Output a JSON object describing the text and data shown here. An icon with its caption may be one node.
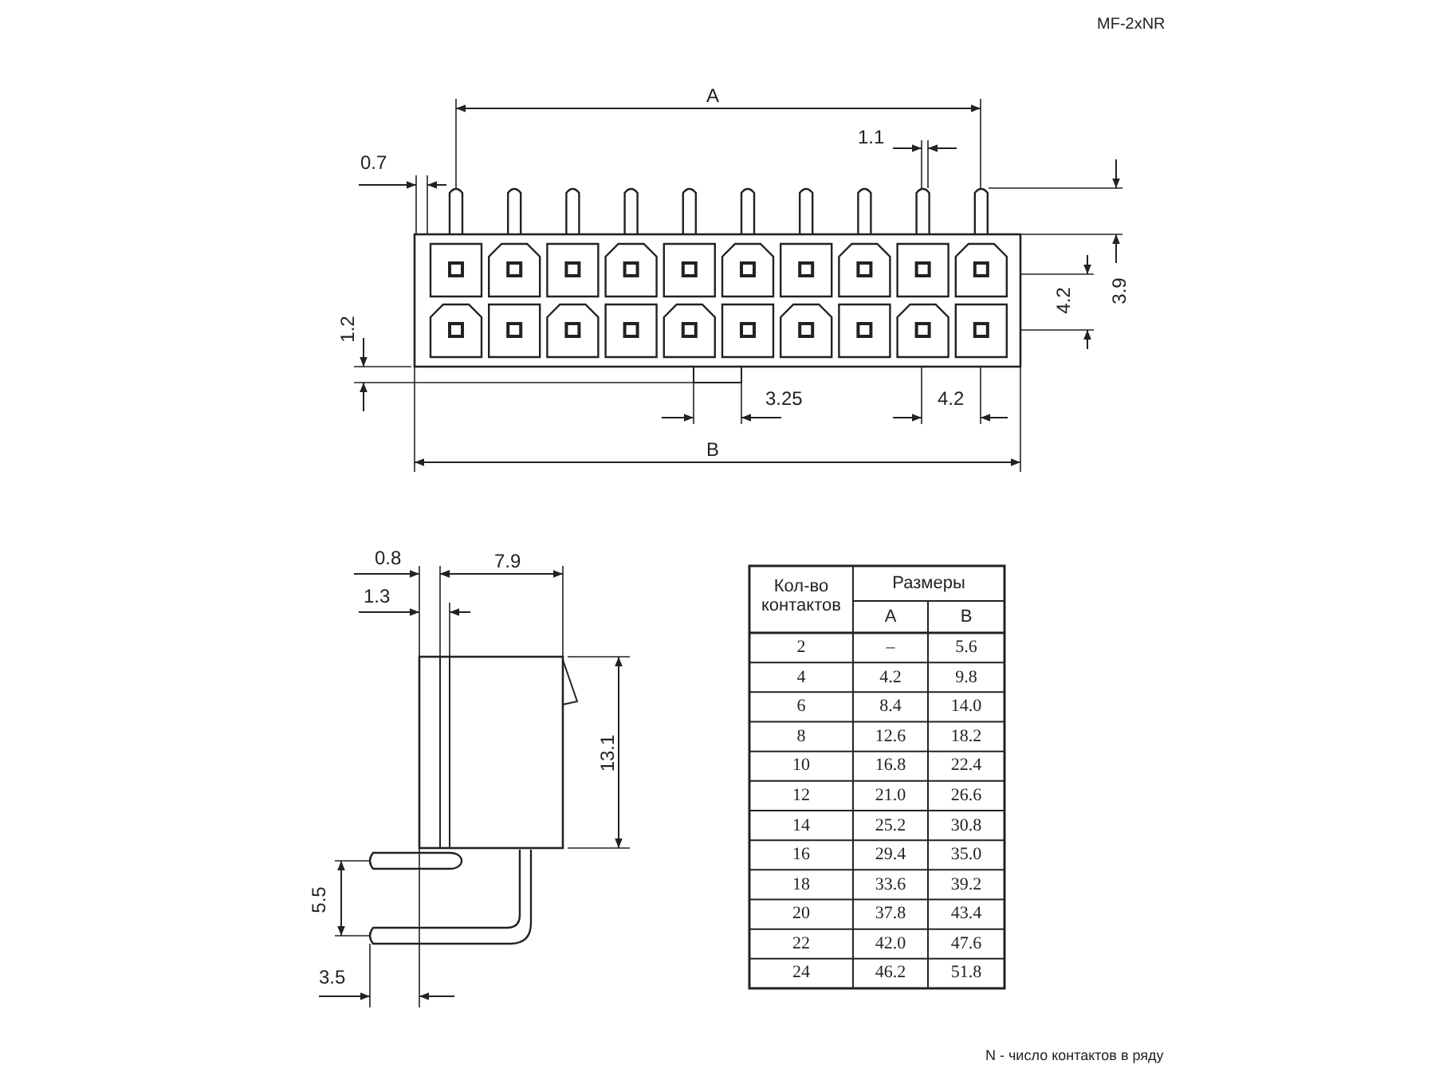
{
  "diagram": {
    "labels": [
      "MF-2xNR",
      "A",
      "1.1",
      "0.7",
      "4.2",
      "3.9",
      "1.2",
      "3.25",
      "4.2",
      "B",
      "0.8",
      "7.9",
      "1.3",
      "13.1",
      "5.5",
      "3.5",
      "Кол-во контактов",
      "Размеры",
      "A",
      "B",
      "2",
      "–",
      "5.6",
      "4",
      "4.2",
      "9.8",
      "6",
      "8.4",
      "14.0",
      "8",
      "12.6",
      "18.2",
      "10",
      "16.8",
      "22.4",
      "12",
      "21.0",
      "26.6",
      "14",
      "25.2",
      "30.8",
      "16",
      "29.4",
      "35.0",
      "18",
      "33.6",
      "39.2",
      "20",
      "37.8",
      "43.4",
      "22",
      "42.0",
      "47.6",
      "24",
      "46.2",
      "51.8",
      "N - число контактов в ряду"
    ]
  }
}
